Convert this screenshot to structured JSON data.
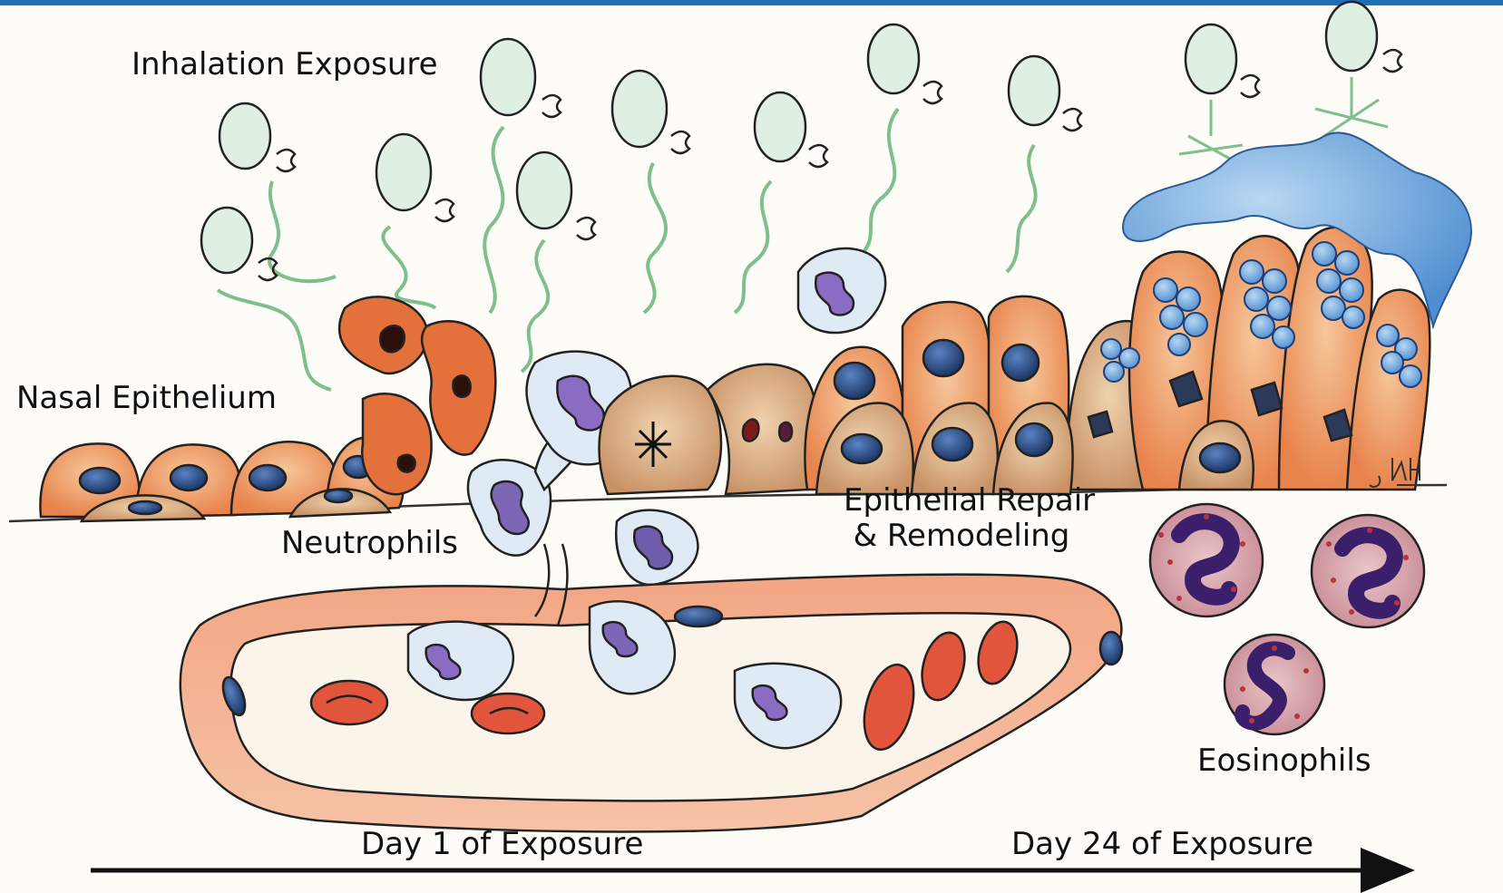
{
  "labels": {
    "inhalation_exposure": "Inhalation Exposure",
    "nasal_epithelium": "Nasal Epithelium",
    "neutrophils": "Neutrophils",
    "epithelial_repair_line1": "Epithelial Repair",
    "epithelial_repair_line2": "& Remodeling",
    "eosinophils": "Eosinophils",
    "day_1": "Day 1 of Exposure",
    "day_24": "Day 24 of Exposure"
  },
  "ozone": {
    "letter": "O",
    "subscript": "3"
  },
  "signature": "JRH",
  "colors": {
    "header_bar": "#1f6fb8",
    "cell_orange": "#e98a55",
    "nucleus_blue": "#1f3f78",
    "mucus_blue": "#4d8fd1",
    "neutrophil_purple": "#8a5fb0",
    "eosinophil_purple": "#4a2a7a",
    "rbc_red": "#e0503a",
    "ozone_green": "#7fbf8e"
  }
}
